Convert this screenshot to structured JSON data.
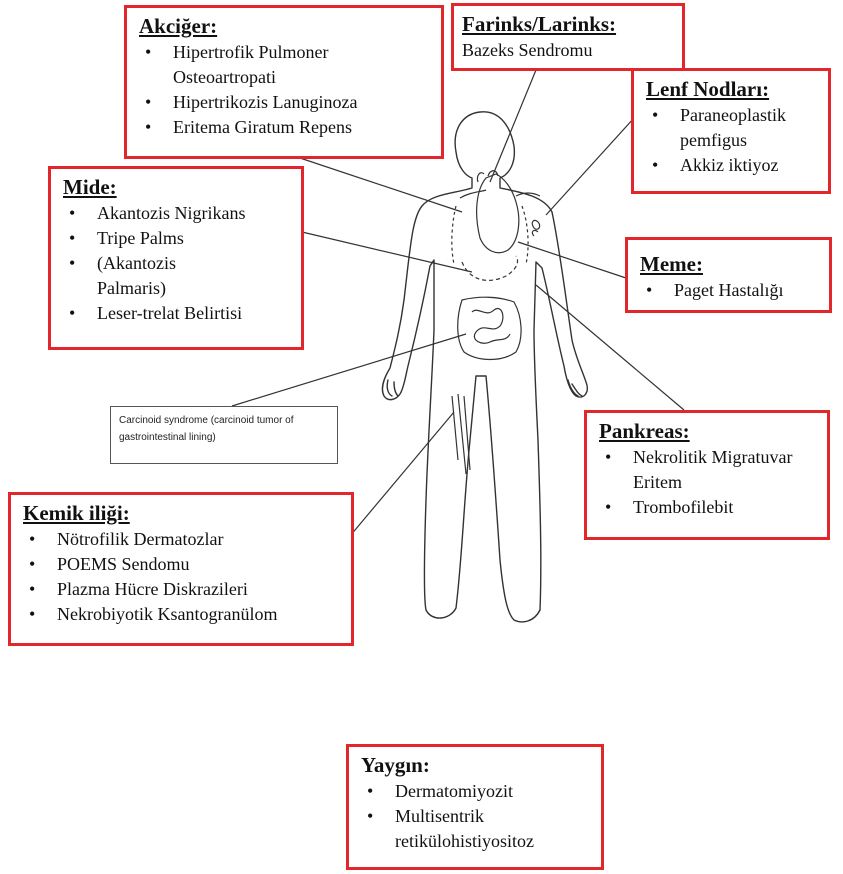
{
  "boxes": {
    "akciger": {
      "title": "Akciğer:",
      "items": [
        "Hipertrofik Pulmoner Osteoartropati",
        "Hipertrikozis Lanuginoza",
        "Eritema Giratum Repens"
      ]
    },
    "farinks": {
      "title": "Farinks/Larinks:",
      "text": "Bazeks Sendromu"
    },
    "lenf": {
      "title": "Lenf Nodları:",
      "items": [
        "Paraneoplastik pemfigus",
        "Akkiz iktiyoz"
      ]
    },
    "mide": {
      "title": "Mide:",
      "items": [
        "Akantozis Nigrikans",
        "Tripe Palms",
        "(Akantozis Palmaris)",
        "Leser-trelat Belirtisi"
      ]
    },
    "meme": {
      "title": "Meme:",
      "items": [
        "Paget Hastalığı"
      ]
    },
    "pankreas": {
      "title": "Pankreas:",
      "items": [
        "Nekrolitik Migratuvar Eritem",
        "Trombofilebit"
      ]
    },
    "kemik": {
      "title": "Kemik iliği:",
      "items": [
        "Nötrofilik Dermatozlar",
        "POEMS Sendomu",
        "Plazma Hücre Diskrazileri",
        "Nekrobiyotik Ksantogranülom"
      ]
    },
    "yaygin": {
      "title": "Yaygın:",
      "items": [
        "Dermatomiyozit",
        "Multisentrik retikülohistiyositoz"
      ]
    }
  },
  "carcinoid_note": "Carcinoid syndrome (carcinoid tumor of gastrointestinal lining)",
  "colors": {
    "box_border": "#e3262b",
    "line": "#333333"
  }
}
